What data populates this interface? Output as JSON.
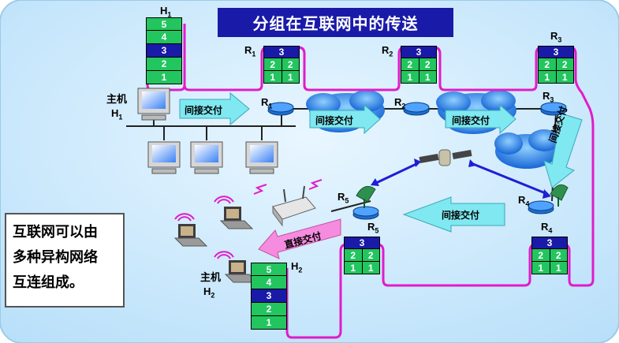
{
  "title": "分组在互联网中的传送",
  "note": [
    "互联网可以由",
    "多种异构网络",
    "互连组成。"
  ],
  "host_h1": {
    "name": "H",
    "sub": "1",
    "desc": "主机",
    "layers": [
      "5",
      "4",
      "3",
      "2",
      "1"
    ]
  },
  "host_h2": {
    "name": "H",
    "sub": "2",
    "desc": "主机",
    "layers": [
      "5",
      "4",
      "3",
      "2",
      "1"
    ]
  },
  "routers": [
    {
      "name": "R",
      "sub": "1",
      "layers": {
        "top": "3",
        "l2": [
          "2",
          "2"
        ],
        "l1": [
          "1",
          "1"
        ]
      }
    },
    {
      "name": "R",
      "sub": "2",
      "layers": {
        "top": "3",
        "l2": [
          "2",
          "2"
        ],
        "l1": [
          "1",
          "1"
        ]
      }
    },
    {
      "name": "R",
      "sub": "3",
      "layers": {
        "top": "3",
        "l2": [
          "2",
          "2"
        ],
        "l1": [
          "1",
          "1"
        ]
      }
    },
    {
      "name": "R",
      "sub": "4",
      "layers": {
        "top": "3",
        "l2": [
          "2",
          "2"
        ],
        "l1": [
          "1",
          "1"
        ]
      }
    },
    {
      "name": "R",
      "sub": "5",
      "layers": {
        "top": "3",
        "l2": [
          "2",
          "2"
        ],
        "l1": [
          "1",
          "1"
        ]
      }
    }
  ],
  "arrows": {
    "indirect": "间接交付",
    "direct": "直接交付"
  },
  "colors": {
    "title_bg": "#1a1aa8",
    "layer_green": "#22c55e",
    "layer_blue": "#1a1aa8",
    "path": "#e01cc8",
    "arrow_fill": "#7fe8f0",
    "direct_fill": "#f58ce0",
    "cloud": "#1e7fe0"
  },
  "icons": [
    "computer-icon",
    "router-icon",
    "cloud-icon",
    "satellite-icon",
    "dish-antenna-icon",
    "laptop-icon",
    "wireless-ap-icon"
  ]
}
